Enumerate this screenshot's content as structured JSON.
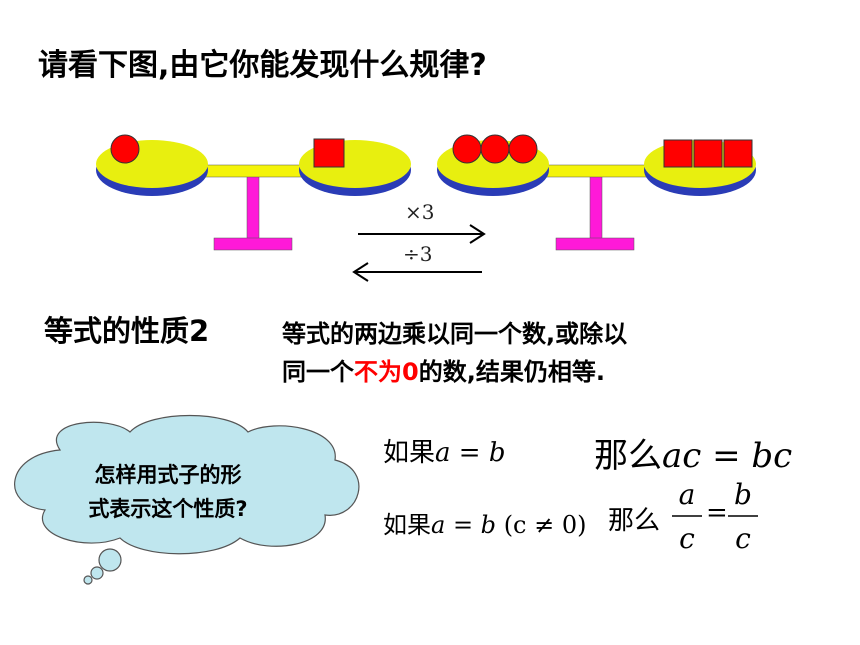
{
  "question": "请看下图,由它你能发现什么规律?",
  "diagram": {
    "left_pan_shapes": "1 circle : 1 square",
    "right_pan_shapes": "3 circles : 3 squares",
    "forward_op": "×3",
    "backward_op": "÷3",
    "colors": {
      "pan": "#e8ef0f",
      "pan_edge": "#2a3cb6",
      "beam": "#f4f40a",
      "post": "#ff19d8",
      "shape": "#ff0000"
    }
  },
  "property": {
    "heading": "等式的性质2",
    "line1": "等式的两边乘以同一个数,或除以",
    "line2_prefix": "同一个",
    "line2_highlight": "不为0",
    "line2_suffix": "的数,结果仍相等."
  },
  "cloud": {
    "text_line1": "怎样用式子的形",
    "text_line2": "式表示这个性质?",
    "color": "#bfe6ee"
  },
  "formulas": {
    "if1": "如果",
    "eq1": "a = b",
    "then1": "那么",
    "res1": "ac = bc",
    "if2": "如果",
    "eq2": "a = b",
    "cond2": "(c ≠ 0)",
    "then2": "那么",
    "frac_num_left": "a",
    "frac_den_left": "c",
    "frac_eq": "=",
    "frac_num_right": "b",
    "frac_den_right": "c"
  }
}
